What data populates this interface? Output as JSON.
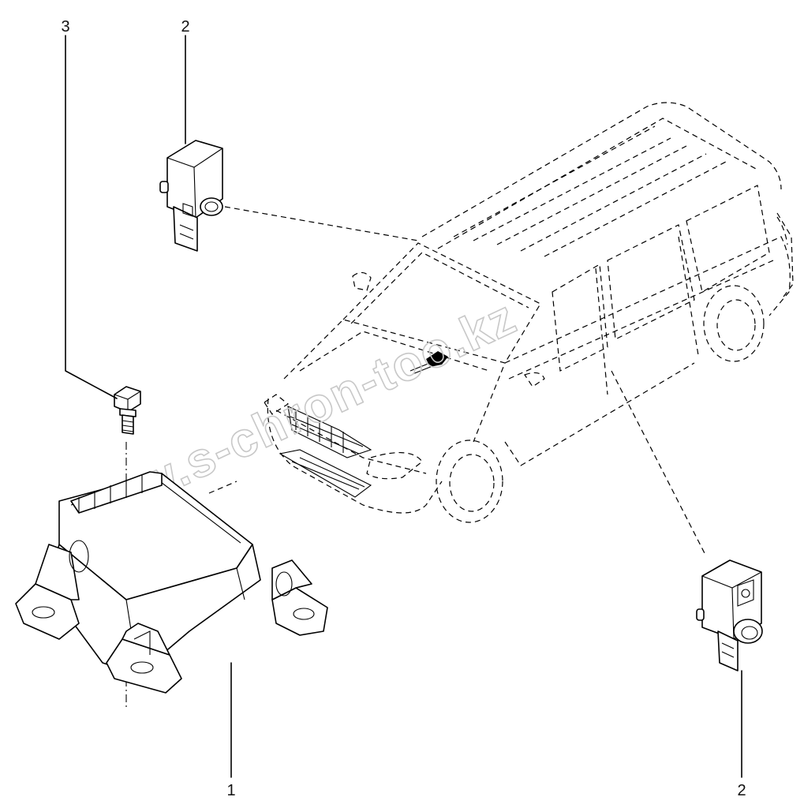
{
  "callouts": [
    {
      "id": "c3",
      "label": "3"
    },
    {
      "id": "c2-top",
      "label": "2"
    },
    {
      "id": "c1",
      "label": "1"
    },
    {
      "id": "c2-bottom",
      "label": "2"
    }
  ],
  "watermark": {
    "text": "www.s-chron-too.kz"
  }
}
